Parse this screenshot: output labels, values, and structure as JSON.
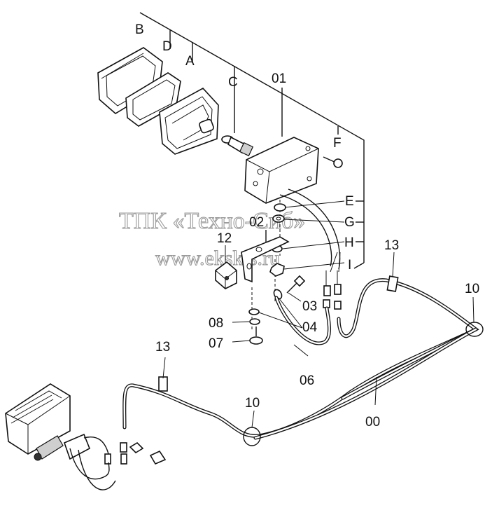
{
  "watermark": {
    "line1": "ТПК «Техно-Сиб»",
    "line2": "www.ekskts.ru"
  },
  "labels": {
    "B": "B",
    "D": "D",
    "A": "A",
    "C": "C",
    "01": "01",
    "F": "F",
    "E": "E",
    "02": "02",
    "G": "G",
    "12": "12",
    "H": "H",
    "I": "I",
    "13_top": "13",
    "03": "03",
    "10_right": "10",
    "08": "08",
    "04": "04",
    "07": "07",
    "13_left": "13",
    "06": "06",
    "10_left": "10",
    "00": "00"
  }
}
